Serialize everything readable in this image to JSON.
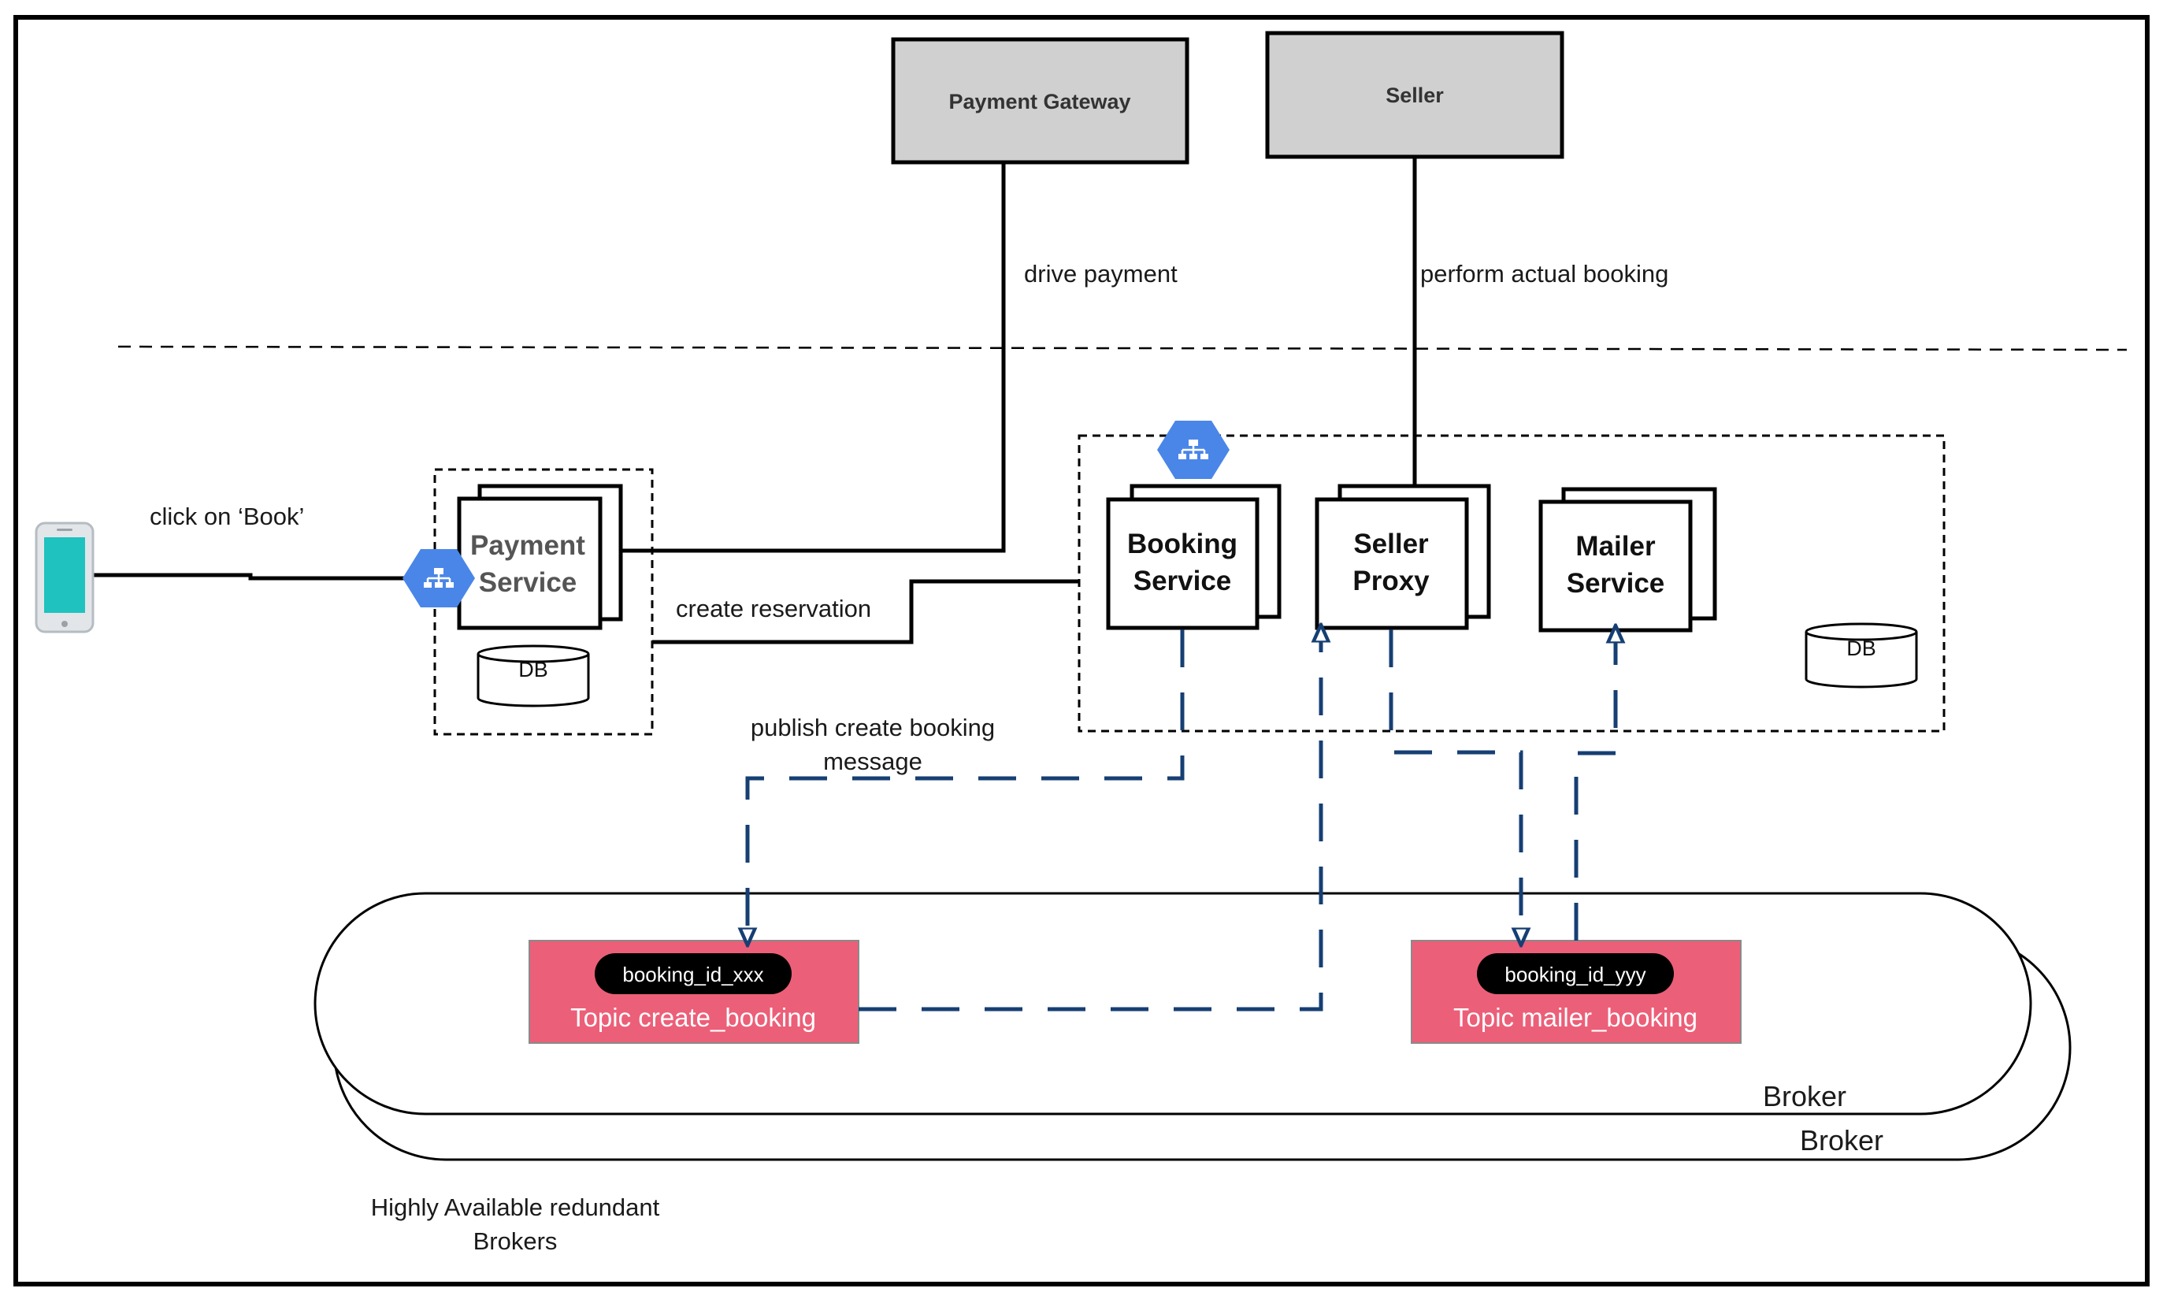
{
  "external": {
    "payment_gateway": "Payment Gateway",
    "seller": "Seller"
  },
  "labels": {
    "drive_payment": "drive payment",
    "perform_booking": "perform actual booking",
    "click_book": "click on ‘Book’",
    "create_reservation": "create reservation",
    "publish_line1": "publish create booking",
    "publish_line2": "message",
    "ha_line1": "Highly Available redundant",
    "ha_line2": "Brokers"
  },
  "services": {
    "payment": [
      "Payment",
      "Service"
    ],
    "booking": [
      "Booking",
      "Service"
    ],
    "seller_proxy": [
      "Seller",
      "Proxy"
    ],
    "mailer": [
      "Mailer",
      "Service"
    ]
  },
  "db_label": "DB",
  "topics": {
    "create_booking": {
      "key": "booking_id_xxx",
      "name": "Topic create_booking"
    },
    "mailer_booking": {
      "key": "booking_id_yyy",
      "name": "Topic  mailer_booking"
    }
  },
  "broker_label": "Broker",
  "colors": {
    "topic_fill": "#ec5f78",
    "async_line": "#163f73",
    "load_balancer": "#4a86e8",
    "external_fill": "#d0d0d0",
    "phone_screen": "#1fc2bf"
  },
  "icons": {
    "phone": "mobile-phone-icon",
    "load_balancer": "load-balancer-icon"
  }
}
